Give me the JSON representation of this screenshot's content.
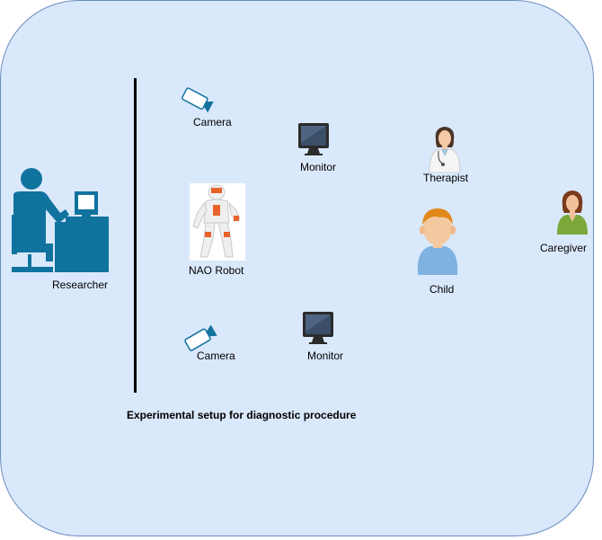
{
  "diagram": {
    "nodes": {
      "researcher": {
        "label": "Researcher",
        "icon": "researcher-desk-icon"
      },
      "camera_top": {
        "label": "Camera",
        "icon": "camera-icon"
      },
      "camera_bottom": {
        "label": "Camera",
        "icon": "camera-icon"
      },
      "monitor_top": {
        "label": "Monitor",
        "icon": "monitor-icon"
      },
      "monitor_bottom": {
        "label": "Monitor",
        "icon": "monitor-icon"
      },
      "nao_robot": {
        "label": "NAO Robot",
        "icon": "robot-icon"
      },
      "therapist": {
        "label": "Therapist",
        "icon": "therapist-icon"
      },
      "child": {
        "label": "Child",
        "icon": "child-icon"
      },
      "caregiver": {
        "label": "Caregiver",
        "icon": "caregiver-icon"
      }
    },
    "caption": "Experimental setup for diagnostic procedure",
    "colors": {
      "background": "#dae8fc",
      "border": "#6c8ebf",
      "researcher": "#10739e",
      "robot_accent": "#e8622a",
      "child_shirt": "#7fb2e0",
      "caregiver_shirt": "#7aa83a"
    }
  }
}
